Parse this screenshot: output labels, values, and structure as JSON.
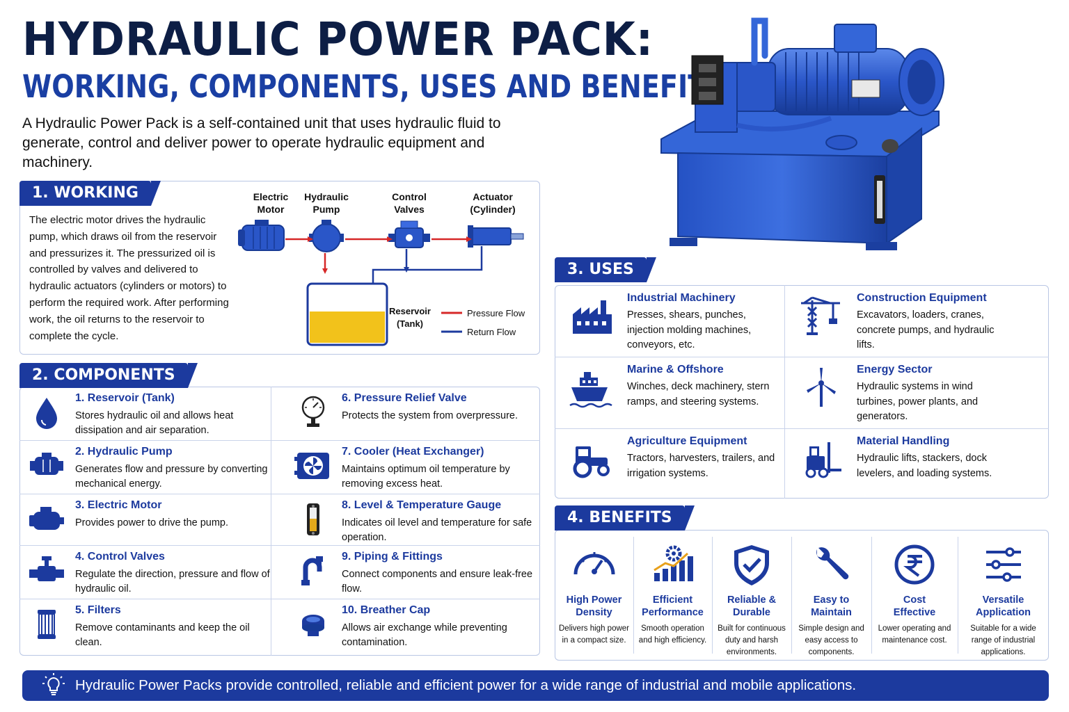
{
  "header": {
    "title": "HYDRAULIC POWER PACK:",
    "subtitle": "WORKING, COMPONENTS, USES AND BENEFITS",
    "intro": "A Hydraulic Power Pack is a self-contained unit that uses hydraulic fluid to generate, control and deliver power to operate hydraulic equipment and machinery."
  },
  "working": {
    "heading": "1. WORKING",
    "text": "The electric motor drives the hydraulic pump, which draws oil from the reservoir and pressurizes it. The pressurized oil is controlled by valves and delivered to hydraulic actuators (cylinders or motors) to perform the required work. After performing work, the oil returns to the reservoir to complete the cycle.",
    "diagram": {
      "motor": [
        "Electric",
        "Motor"
      ],
      "pump": [
        "Hydraulic",
        "Pump"
      ],
      "valves": [
        "Control",
        "Valves"
      ],
      "actuator": [
        "Actuator",
        "(Cylinder)"
      ],
      "reservoir": [
        "Reservoir",
        "(Tank)"
      ],
      "legend_pressure": "Pressure Flow",
      "legend_return": "Return Flow",
      "pressure_color": "#d62828",
      "return_color": "#1c3a9e",
      "oil_color": "#f2c21b"
    }
  },
  "components": {
    "heading": "2. COMPONENTS",
    "items": [
      {
        "title": "1. Reservoir (Tank)",
        "desc": "Stores hydraulic oil and allows heat dissipation and air separation.",
        "icon": "oil-drop-icon"
      },
      {
        "title": "2. Hydraulic Pump",
        "desc": "Generates flow and pressure by converting mechanical energy.",
        "icon": "pump-icon"
      },
      {
        "title": "3. Electric Motor",
        "desc": "Provides power to drive the pump.",
        "icon": "motor-icon"
      },
      {
        "title": "4. Control Valves",
        "desc": "Regulate the direction, pressure and flow of hydraulic oil.",
        "icon": "valve-icon"
      },
      {
        "title": "5. Filters",
        "desc": "Remove contaminants and keep the oil clean.",
        "icon": "filter-icon"
      },
      {
        "title": "6. Pressure Relief Valve",
        "desc": "Protects the system from overpressure.",
        "icon": "pressure-gauge-icon"
      },
      {
        "title": "7. Cooler (Heat Exchanger)",
        "desc": "Maintains optimum oil temperature by removing excess heat.",
        "icon": "cooler-icon"
      },
      {
        "title": "8. Level & Temperature Gauge",
        "desc": "Indicates oil level and temperature for safe operation.",
        "icon": "level-gauge-icon"
      },
      {
        "title": "9. Piping & Fittings",
        "desc": "Connect components and ensure leak-free flow.",
        "icon": "pipe-icon"
      },
      {
        "title": "10. Breather Cap",
        "desc": "Allows air exchange while preventing contamination.",
        "icon": "breather-cap-icon"
      }
    ]
  },
  "uses": {
    "heading": "3. USES",
    "items": [
      {
        "title": "Industrial Machinery",
        "desc": "Presses, shears, punches, injection molding machines, conveyors, etc.",
        "icon": "factory-icon"
      },
      {
        "title": "Construction Equipment",
        "desc": "Excavators, loaders, cranes, concrete pumps, and hydraulic lifts.",
        "icon": "crane-icon"
      },
      {
        "title": "Marine & Offshore",
        "desc": "Winches, deck machinery, stern ramps, and steering systems.",
        "icon": "ship-icon"
      },
      {
        "title": "Energy Sector",
        "desc": "Hydraulic systems in wind turbines, power plants, and generators.",
        "icon": "wind-turbine-icon"
      },
      {
        "title": "Agriculture Equipment",
        "desc": "Tractors, harvesters, trailers, and irrigation systems.",
        "icon": "tractor-icon"
      },
      {
        "title": "Material Handling",
        "desc": "Hydraulic lifts, stackers, dock levelers, and loading systems.",
        "icon": "forklift-icon"
      }
    ]
  },
  "benefits": {
    "heading": "4. BENEFITS",
    "items": [
      {
        "title": [
          "High Power",
          "Density"
        ],
        "desc": "Delivers high power in a compact size.",
        "icon": "speedometer-icon"
      },
      {
        "title": [
          "Efficient",
          "Performance"
        ],
        "desc": "Smooth operation and high efficiency.",
        "icon": "gear-chart-icon"
      },
      {
        "title": [
          "Reliable &",
          "Durable"
        ],
        "desc": "Built for continuous duty and harsh environments.",
        "icon": "shield-check-icon"
      },
      {
        "title": [
          "Easy to",
          "Maintain"
        ],
        "desc": "Simple design and easy access to components.",
        "icon": "wrench-icon"
      },
      {
        "title": [
          "Cost",
          "Effective"
        ],
        "desc": "Lower operating and maintenance cost.",
        "icon": "rupee-icon"
      },
      {
        "title": [
          "Versatile",
          "Application"
        ],
        "desc": "Suitable for a wide range of industrial applications.",
        "icon": "sliders-icon"
      }
    ]
  },
  "footer": {
    "text": "Hydraulic Power Packs provide controlled, reliable and efficient power for a wide range of industrial and mobile applications.",
    "icon": "lightbulb-icon"
  },
  "colors": {
    "primary": "#1c3a9e",
    "dark": "#0d1e45",
    "unit_blue": "#2f5fd0"
  }
}
